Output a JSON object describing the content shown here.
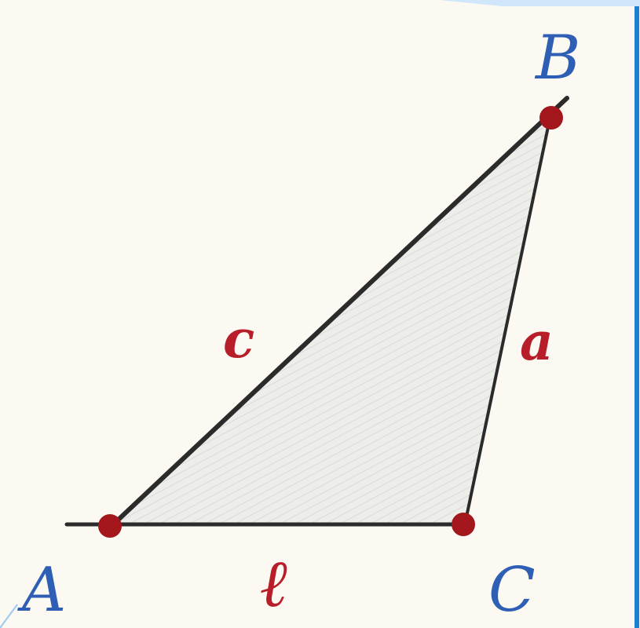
{
  "diagram": {
    "vertices": [
      {
        "id": "A",
        "label": "A"
      },
      {
        "id": "B",
        "label": "B"
      },
      {
        "id": "C",
        "label": "C"
      }
    ],
    "sides": [
      {
        "id": "a",
        "label": "a",
        "from": "B",
        "to": "C"
      },
      {
        "id": "b",
        "label": "ℓ",
        "from": "A",
        "to": "C"
      },
      {
        "id": "c",
        "label": "c",
        "from": "A",
        "to": "B"
      }
    ],
    "colors": {
      "background": "#fbf9f2",
      "vertex_label": "#2f5fb5",
      "side_label": "#b81e2a",
      "point": "#a3161c",
      "line": "#2b2b2b",
      "fill": "#e9e9e6",
      "frame_accent": "#1e7fd0"
    }
  }
}
